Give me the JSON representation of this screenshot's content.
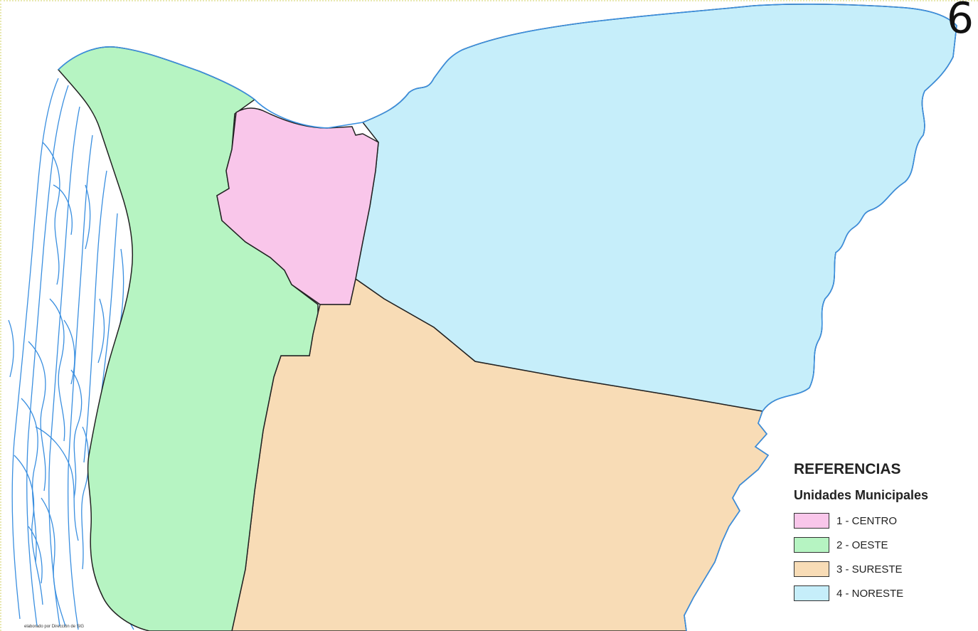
{
  "map": {
    "number": "6",
    "legend_title": "REFERENCIAS",
    "legend_subtitle": "Unidades Municipales",
    "credit": "elaborado por Dirección de SIG"
  },
  "units": [
    {
      "id": "centro",
      "label": "1 - CENTRO",
      "color": "#f9c6ea"
    },
    {
      "id": "oeste",
      "label": "2 - OESTE",
      "color": "#b6f4c2"
    },
    {
      "id": "sureste",
      "label": "3 - SURESTE",
      "color": "#f8dcb6"
    },
    {
      "id": "noreste",
      "label": "4 - NORESTE",
      "color": "#c6eefa"
    }
  ],
  "colors": {
    "water": "#3a8fe0",
    "boundary": "#222222",
    "page_border": "#e8e8b0"
  }
}
